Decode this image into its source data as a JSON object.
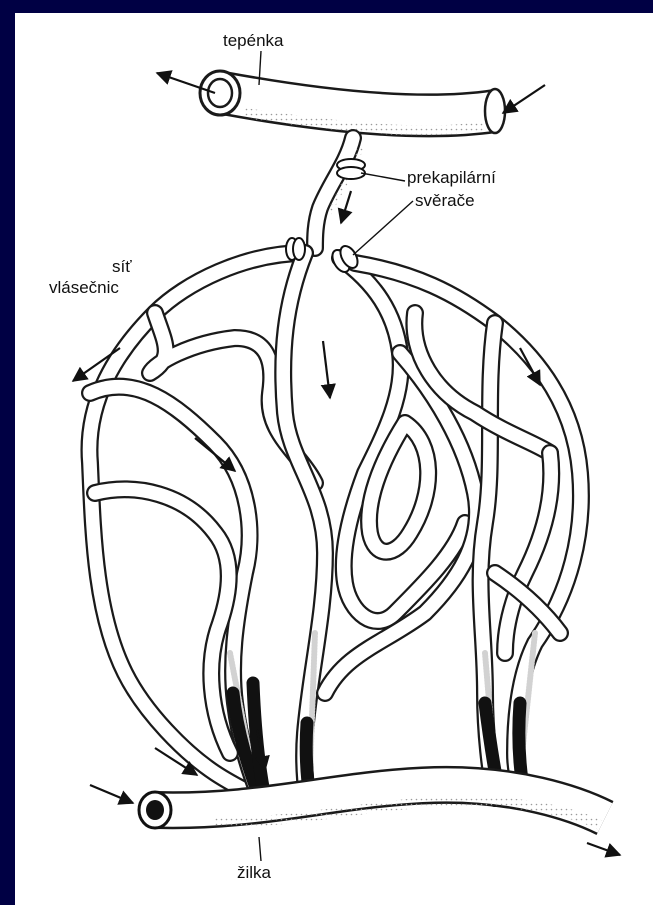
{
  "labels": {
    "artery": "tepénka",
    "sphincters_line1": "prekapilární",
    "sphincters_line2": "svěrače",
    "network_line1": "síť",
    "network_line2": "vlásečnic",
    "vein": "žilka"
  },
  "colors": {
    "frame": "#000044",
    "background": "#ffffff",
    "ink": "#111111"
  }
}
